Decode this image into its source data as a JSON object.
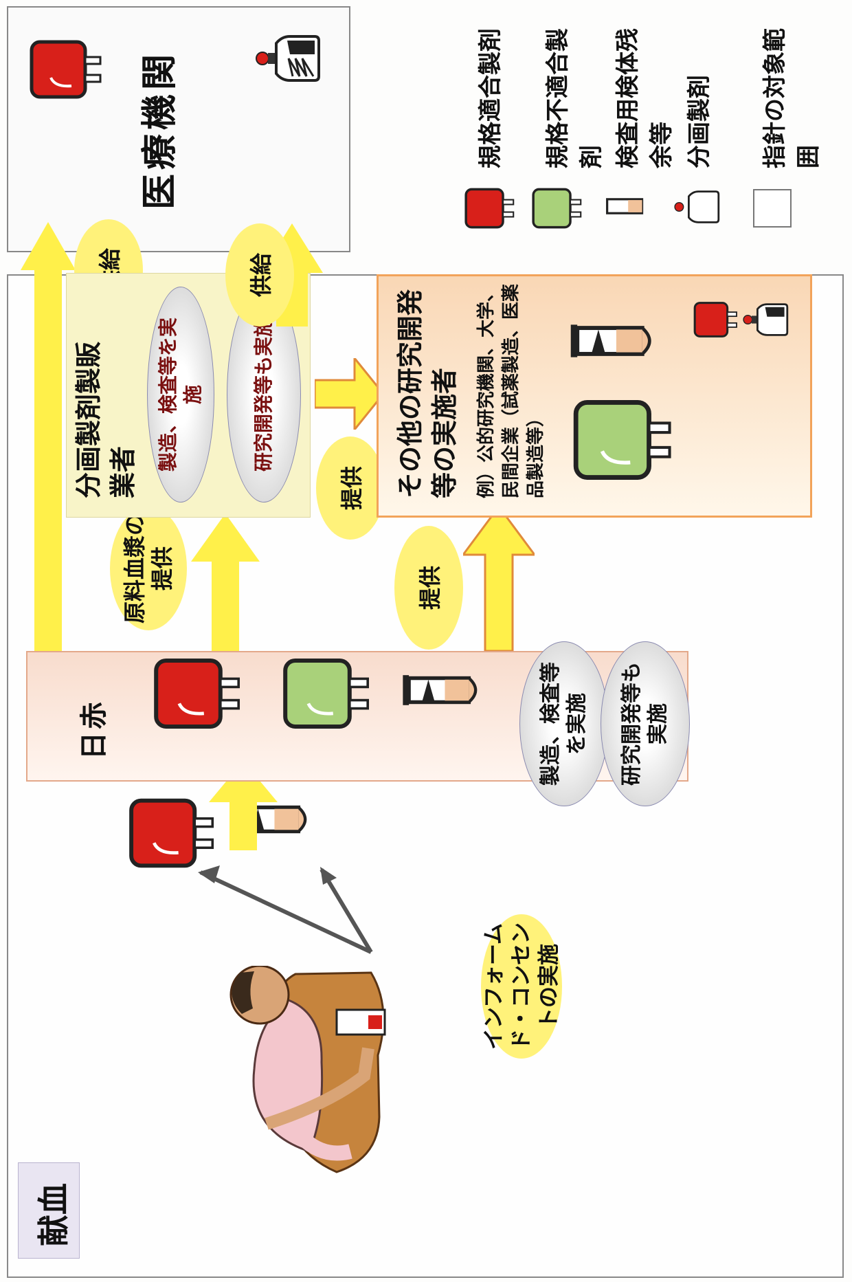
{
  "donation": {
    "label": "献血"
  },
  "informed_consent": {
    "text": "インフォームド・コンセントの実施"
  },
  "red_cross": {
    "title": "日赤",
    "ellipse_manufacture": "製造、検査等を実施",
    "ellipse_research": "研究開発等も実施"
  },
  "flows": {
    "raw_plasma": "原料血漿の提供",
    "provide_1": "提供",
    "provide_2": "提供",
    "supply_1": "供給",
    "supply_2": "供給"
  },
  "fractionation": {
    "title": "分画製剤製販業者",
    "ellipse_manufacture": "製造、検査等を実施",
    "ellipse_research": "研究開発等も実施"
  },
  "other_research": {
    "title": "その他の研究開発等の実施者",
    "example": "例）公的研究機関、大学、民間企業（試薬製造、医薬品製造等）"
  },
  "medical": {
    "title": "医療機関"
  },
  "legend": {
    "items": [
      {
        "label": "規格適合製剤",
        "icon": "red-blood-bag-icon"
      },
      {
        "label": "規格不適合製剤",
        "icon": "green-blood-bag-icon"
      },
      {
        "label": "検査用検体残余等",
        "icon": "sample-tube-icon"
      },
      {
        "label": "分画製剤",
        "icon": "fraction-bottle-icon"
      }
    ],
    "scope_label": "指針の対象範囲"
  },
  "colors": {
    "arrow_yellow": "#fff04a",
    "pill_yellow": "#fff27a",
    "bag_red": "#d8201a",
    "bag_green": "#a9d17a",
    "jrc_box": "#f8dccd",
    "fraction_box": "#f8f4c8",
    "research_box": "#f9d7b5",
    "donation_box": "#e9e5f2"
  }
}
